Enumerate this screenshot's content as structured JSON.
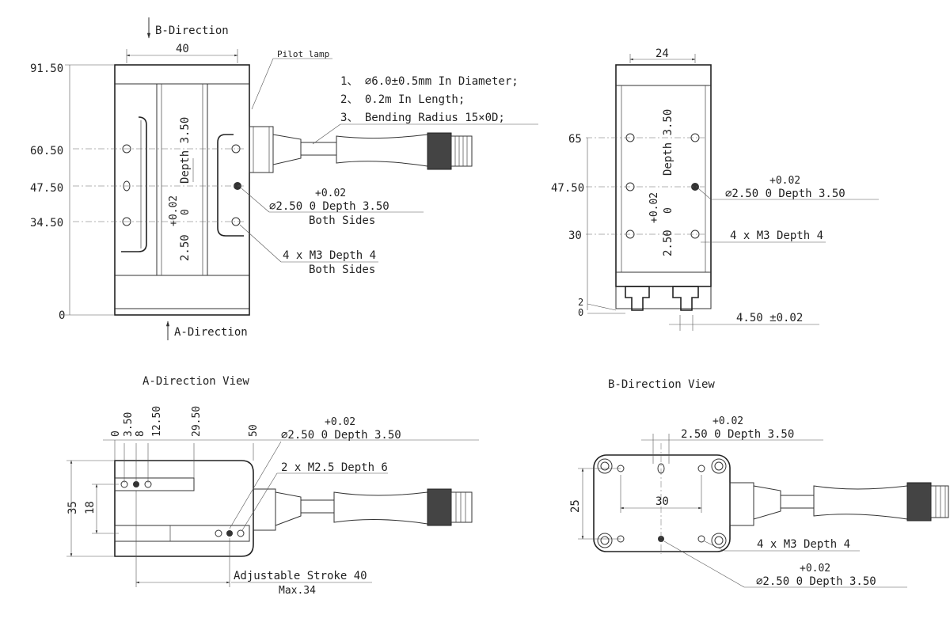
{
  "colors": {
    "line": "#333333",
    "background": "#ffffff"
  },
  "side_view": {
    "b_direction": "B-Direction",
    "a_direction": "A-Direction",
    "pilot_lamp": "Pilot lamp",
    "width_40": "40",
    "left_dims": [
      "91.50",
      "60.50",
      "47.50",
      "34.50",
      "0"
    ],
    "cable_specs": [
      "1、 ∅6.0±0.5mm In Diameter;",
      "2、 0.2m In Length;",
      "3、 Bending Radius 15×0D;"
    ],
    "depth_vertical_a": "Depth 3.50",
    "tol_vertical_a": "+0.02",
    "tol_vertical_b": "0",
    "dia_vertical": "2.50",
    "hole_callout_tol": "+0.02",
    "hole_callout_main": "∅2.50  0    Depth 3.50",
    "hole_callout_sides": "Both Sides",
    "m3_callout": "4 x M3 Depth 4",
    "m3_sides": "Both Sides"
  },
  "end_view": {
    "width_24": "24",
    "left_dims": [
      "65",
      "47.50",
      "30"
    ],
    "bottom_dims": [
      "2",
      "0"
    ],
    "depth_vertical": "Depth 3.50",
    "tol_vertical_a": "+0.02",
    "tol_vertical_b": "0",
    "dia_vertical": "2.50",
    "hole_tol": "+0.02",
    "hole_main": "∅2.50  0    Depth 3.50",
    "m3_callout": "4 x M3 Depth 4",
    "slot_callout": "4.50 ±0.02"
  },
  "a_view": {
    "title": "A-Direction View",
    "top_dims": [
      "0",
      "3.50",
      "8",
      "12.50",
      "29.50",
      "50"
    ],
    "left_dims": [
      "35",
      "18"
    ],
    "hole_tol": "+0.02",
    "hole_main": "∅2.50  0    Depth 3.50",
    "m25_callout": "2 x M2.5 Depth 6",
    "stroke_label": "Adjustable Stroke 40",
    "stroke_max": "Max.34"
  },
  "b_view": {
    "title": "B-Direction View",
    "top_tol": "+0.02",
    "top_main": "2.50  0    Depth 3.50",
    "width_30": "30",
    "height_25": "25",
    "m3_callout": "4 x  M3 Depth 4",
    "bottom_tol": "+0.02",
    "bottom_main": "∅2.50  0    Depth 3.50"
  }
}
